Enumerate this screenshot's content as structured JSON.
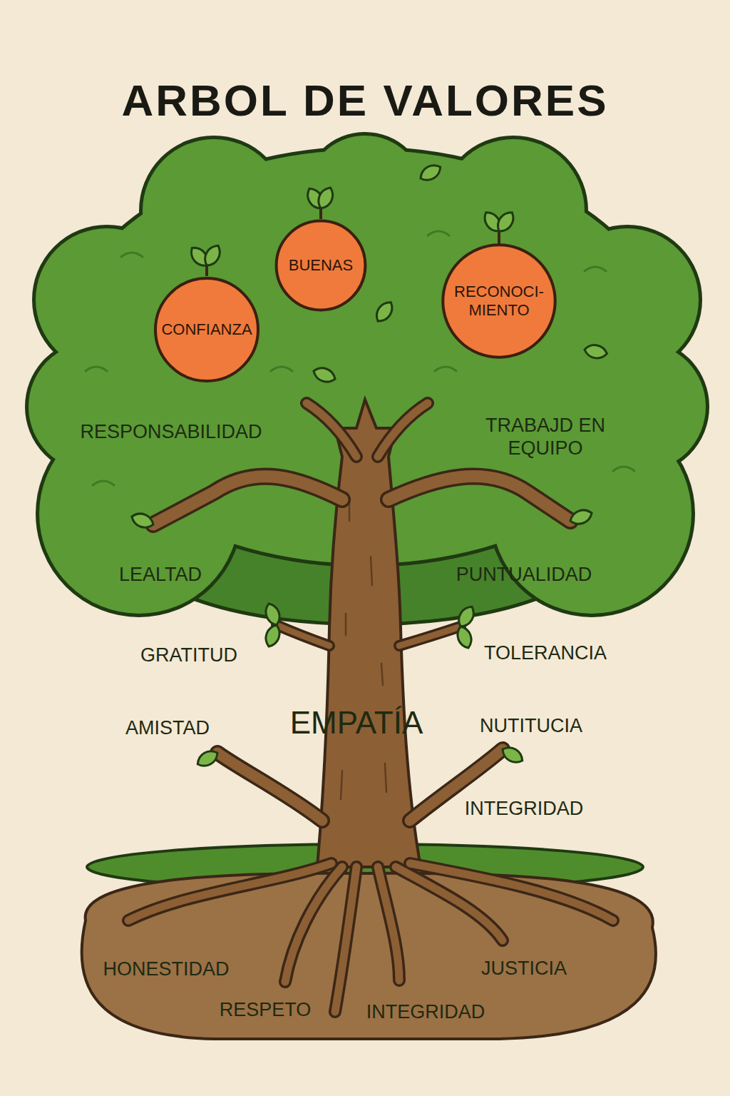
{
  "diagram": {
    "title": "ARBOL DE VALORES",
    "nodes": [
      {
        "text": [
          "CONFIANZA"
        ]
      },
      {
        "text": [
          "BUENAS"
        ]
      },
      {
        "text": [
          "RECONOCI- MIENTO"
        ]
      }
    ],
    "labels": [
      "RESPONSABILIDAD",
      "TRABAJD EN EQUIPO",
      "LEALTAD",
      "PUNTUALIDAD",
      "GRATITUD",
      "TOLERANCIA",
      "EMPATÍA",
      "AMISTAD",
      "NUTITUCIA",
      "INTEGRIDAD",
      "HONESTIDAD",
      "RESPETO",
      "INTEGRIDAD",
      "JUSTICIA"
    ]
  }
}
